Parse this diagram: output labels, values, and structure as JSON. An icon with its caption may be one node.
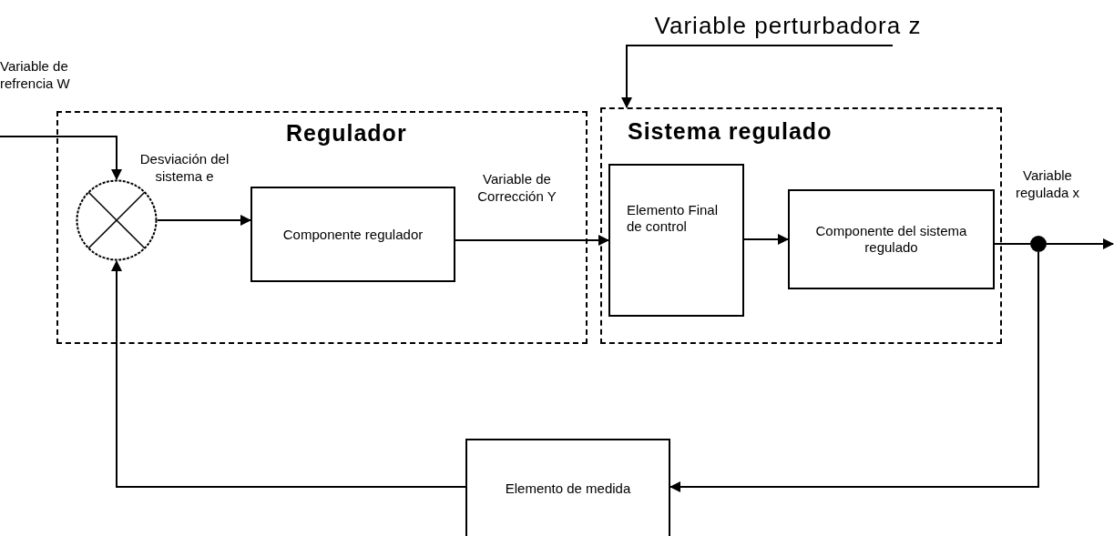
{
  "diagram": {
    "nodes": [
      {
        "text": [
          "Regulador"
        ]
      },
      {
        "text": [
          "Sistema regulado"
        ]
      },
      {
        "text": [],
        "shape": "circle",
        "in": 0
      },
      {
        "text": [
          "Componente regulador"
        ],
        "in": 0
      },
      {
        "text": [
          "Elemento Final de control"
        ],
        "in": 1
      },
      {
        "text": [
          "Componente del sistema regulado"
        ],
        "in": 1
      },
      {
        "text": [],
        "shape": "circle"
      },
      {
        "text": [
          "Elemento de medida"
        ]
      },
      {
        "text": [
          "Variable perturbadora z"
        ]
      }
    ],
    "edges": [
      {
        "from": null,
        "to": 2,
        "arrow": "to",
        "label": "Variable de refrencia W"
      },
      {
        "from": 2,
        "to": 3,
        "arrow": "to",
        "label": "Desviación del sistema e"
      },
      {
        "from": 3,
        "to": 4,
        "arrow": "to",
        "label": "Variable de Corrección Y"
      },
      {
        "from": 4,
        "to": 5,
        "arrow": "to"
      },
      {
        "from": 5,
        "to": 6,
        "arrow": "none",
        "label": "Variable regulada x"
      },
      {
        "from": 6,
        "to": null,
        "arrow": "to"
      },
      {
        "from": 6,
        "to": 7,
        "arrow": "to"
      },
      {
        "from": 7,
        "to": 2,
        "arrow": "to"
      },
      {
        "from": 8,
        "to": 1,
        "arrow": "to"
      }
    ]
  }
}
